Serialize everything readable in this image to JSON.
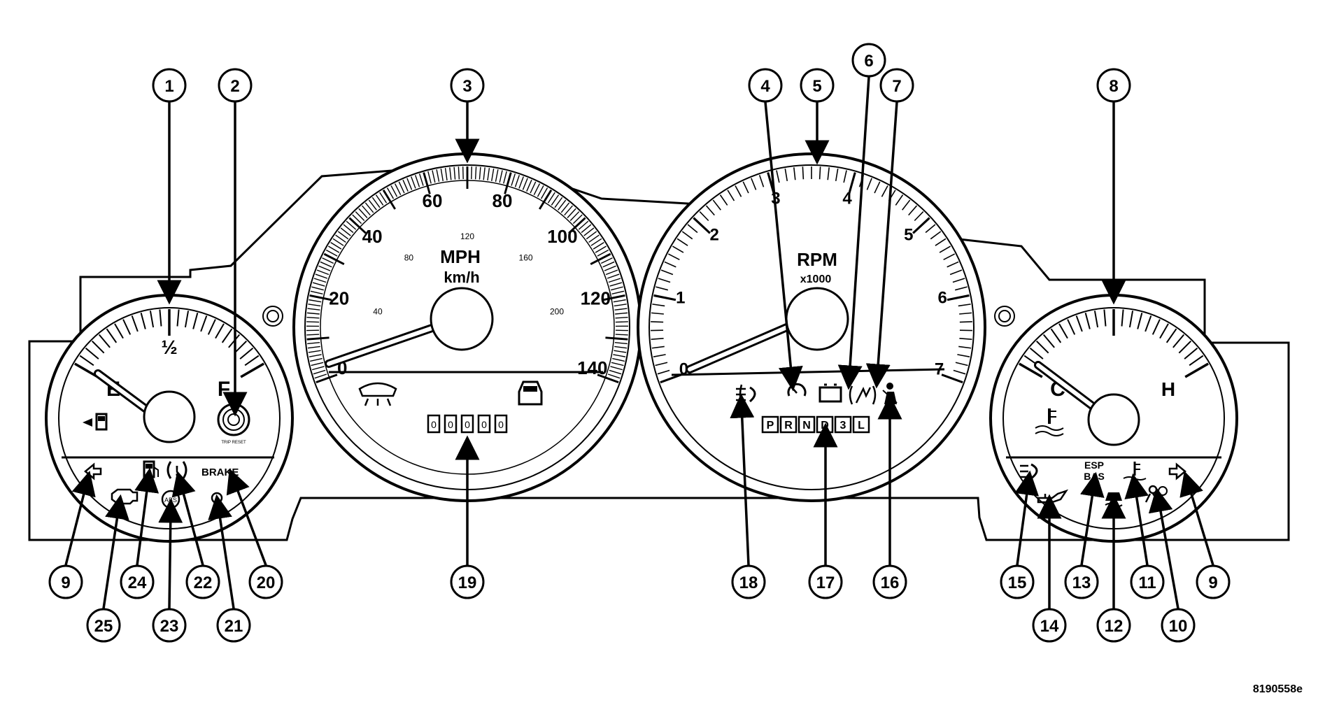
{
  "fuel_gauge": {
    "empty": "E",
    "half": "½",
    "full": "F",
    "reset_label": "TRIP RESET"
  },
  "speedometer": {
    "units_primary": "MPH",
    "units_secondary": "km/h",
    "mph_ticks": [
      "0",
      "20",
      "40",
      "60",
      "80",
      "100",
      "120",
      "140"
    ],
    "kmh_ticks": [
      "40",
      "80",
      "120",
      "160",
      "200"
    ],
    "odometer_digits": [
      "0",
      "0",
      "0",
      "0",
      "0"
    ]
  },
  "tachometer": {
    "units": "RPM",
    "multiplier": "x1000",
    "ticks": [
      "0",
      "1",
      "2",
      "3",
      "4",
      "5",
      "6",
      "7"
    ]
  },
  "temp_gauge": {
    "cold": "C",
    "hot": "H"
  },
  "gear_positions": [
    "P",
    "R",
    "N",
    "D",
    "3",
    "L"
  ],
  "warning_labels": {
    "brake": "BRAKE",
    "esp": "ESP",
    "bas": "BAS",
    "abs": "ABS"
  },
  "callouts": [
    "1",
    "2",
    "3",
    "4",
    "5",
    "6",
    "7",
    "8",
    "9",
    "9",
    "10",
    "11",
    "12",
    "13",
    "14",
    "15",
    "16",
    "17",
    "18",
    "19",
    "20",
    "21",
    "22",
    "23",
    "24",
    "25"
  ],
  "figure_ref": "8190558e"
}
